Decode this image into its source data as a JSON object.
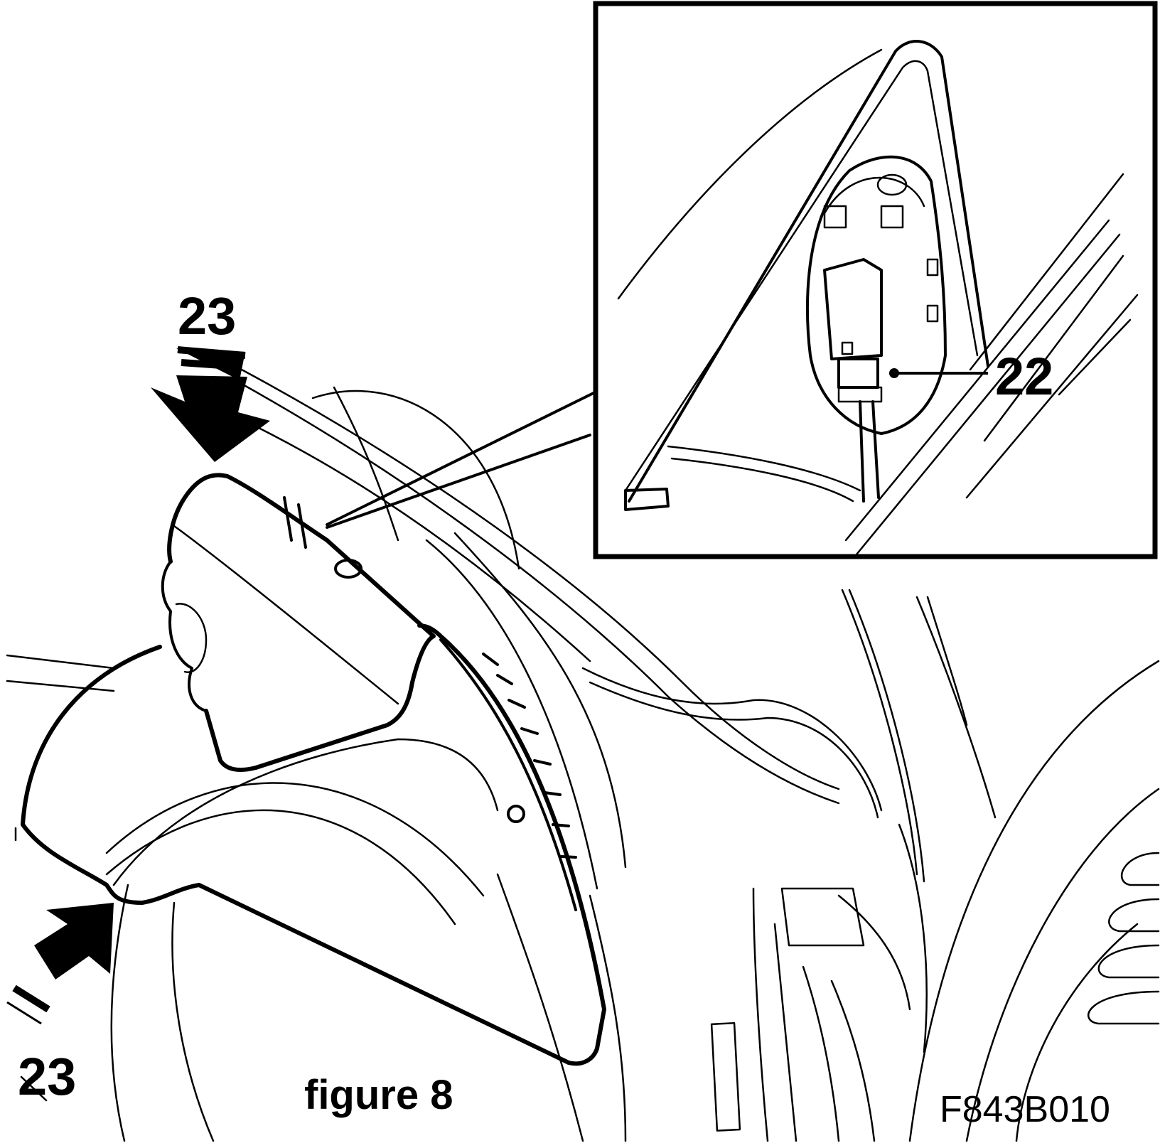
{
  "callouts": {
    "clip_top": "23",
    "clip_bottom": "23",
    "connector": "22"
  },
  "caption": "figure 8",
  "drawing_code": "F843B010"
}
